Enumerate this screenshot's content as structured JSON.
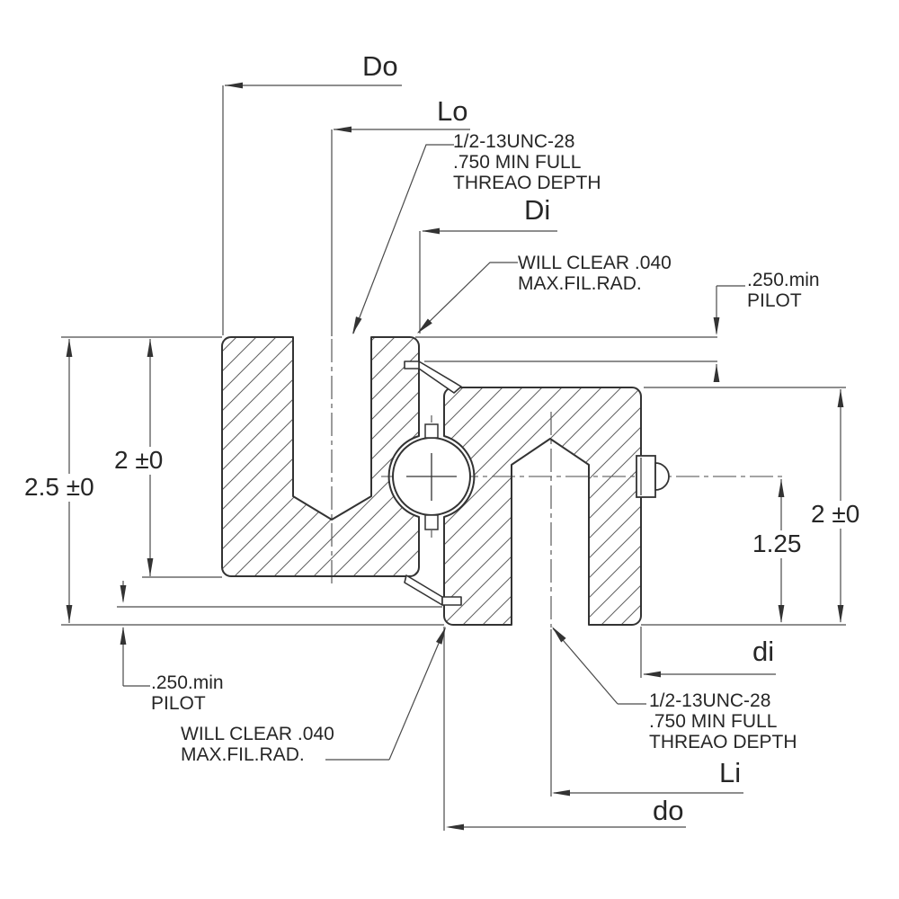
{
  "diagram": {
    "title": "slewing-ring-bearing-cross-section",
    "labels": {
      "outer_od": "Do",
      "outer_bolt_circle": "Lo",
      "outer_bore": "Di",
      "inner_bore": "di",
      "inner_bolt_circle": "Li",
      "inner_od": "do"
    },
    "dimensions": {
      "overall_height": "2.5 ±0",
      "outer_ring_height": "2 ±0",
      "inner_ring_height": "2 ±0",
      "center_height": "1.25"
    },
    "notes": {
      "thread_top": [
        "1/2-13UNC-28",
        ".750 MIN FULL",
        "THREAO DEPTH"
      ],
      "clearance_top": [
        "WILL CLEAR .040",
        "MAX.FIL.RAD."
      ],
      "pilot_top": [
        ".250.min",
        "PILOT"
      ],
      "pilot_bottom": [
        ".250.min",
        "PILOT"
      ],
      "clearance_bottom": [
        "WILL CLEAR .040",
        "MAX.FIL.RAD."
      ],
      "thread_bottom": [
        "1/2-13UNC-28",
        ".750 MIN FULL",
        "THREAO DEPTH"
      ]
    },
    "colors": {
      "line": "#333333",
      "thin_line": "#4a4a4a",
      "hatch": "#606060",
      "background": "#ffffff"
    }
  }
}
